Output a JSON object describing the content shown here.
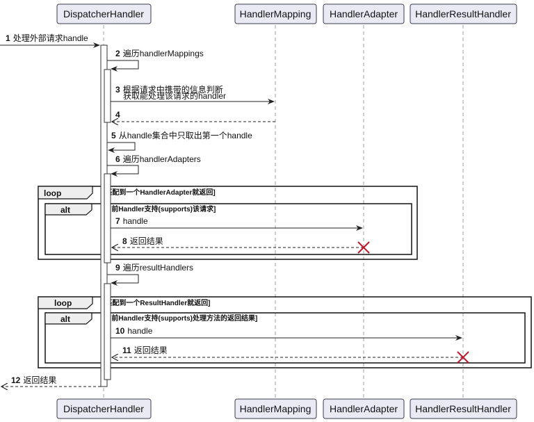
{
  "participants": [
    {
      "name": "DispatcherHandler"
    },
    {
      "name": "HandlerMapping"
    },
    {
      "name": "HandlerAdapter"
    },
    {
      "name": "HandlerResultHandler"
    }
  ],
  "messages": [
    {
      "num": "1",
      "text": "处理外部请求handle"
    },
    {
      "num": "2",
      "text": "遍历handlerMappings"
    },
    {
      "num": "3",
      "text": "根据请求中携带的信息判断",
      "text2": "获取能处理该请求的handler"
    },
    {
      "num": "4",
      "text": ""
    },
    {
      "num": "5",
      "text": "从handle集合中只取出第一个handle"
    },
    {
      "num": "6",
      "text": "遍历handlerAdapters"
    },
    {
      "num": "7",
      "text": "handle"
    },
    {
      "num": "8",
      "text": "返回结果"
    },
    {
      "num": "9",
      "text": "遍历resultHandlers"
    },
    {
      "num": "10",
      "text": "handle"
    },
    {
      "num": "11",
      "text": "返回结果"
    },
    {
      "num": "12",
      "text": "返回结果"
    }
  ],
  "frames": [
    {
      "keyword": "loop",
      "condition": "[匹配到一个HandlerAdapter就返回]"
    },
    {
      "keyword": "alt",
      "condition": "[当前Handler支持(supports)该请求]"
    },
    {
      "keyword": "loop",
      "condition": "[匹配到一个ResultHandler就返回]"
    },
    {
      "keyword": "alt",
      "condition": "[当前Handler支持(supports)处理方法的返回结果]"
    }
  ]
}
